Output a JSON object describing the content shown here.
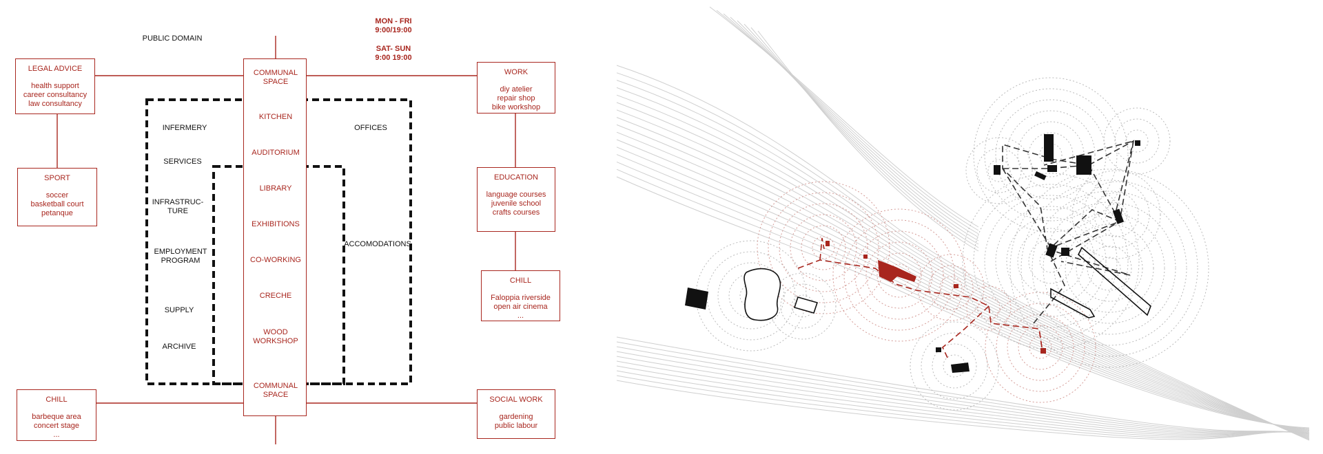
{
  "colors": {
    "accent": "#a8261e",
    "ink": "#111111",
    "grid": "#9a9a9a"
  },
  "public_domain": "PUBLIC DOMAIN",
  "hours": {
    "weekday_label": "MON - FRI",
    "weekday_time": "9:00/19:00",
    "weekend_label": "SAT- SUN",
    "weekend_time": "9:00   19:00"
  },
  "spine": {
    "top": [
      "COMMUNAL",
      "SPACE"
    ],
    "items": [
      "KITCHEN",
      "AUDITORIUM",
      "LIBRARY",
      "EXHIBITIONS",
      "CO-WORKING",
      "CRECHE",
      "WOOD",
      "WORKSHOP"
    ],
    "bottom": [
      "COMMUNAL",
      "SPACE"
    ]
  },
  "left_zone": [
    "INFERMERY",
    "SERVICES",
    "INFRASTRUC-",
    "TURE",
    "EMPLOYMENT",
    "PROGRAM",
    "SUPPLY",
    "ARCHIVE"
  ],
  "right_zone": [
    "OFFICES",
    "ACCOMODATIONS"
  ],
  "boxes": {
    "legal": {
      "title": "LEGAL ADVICE",
      "lines": [
        "health support",
        "career consultancy",
        "law consultancy"
      ]
    },
    "sport": {
      "title": "SPORT",
      "lines": [
        "soccer",
        "basketball court",
        "petanque"
      ]
    },
    "chill_left": {
      "title": "CHILL",
      "lines": [
        "barbeque area",
        "concert stage",
        "..."
      ]
    },
    "work": {
      "title": "WORK",
      "lines": [
        "diy atelier",
        "repair shop",
        "bike workshop"
      ]
    },
    "education": {
      "title": "EDUCATION",
      "lines": [
        "language courses",
        "juvenile school",
        "crafts courses"
      ]
    },
    "chill_right": {
      "title": "CHILL",
      "lines": [
        "Faloppia riverside",
        "open air cinema",
        "..."
      ]
    },
    "social": {
      "title": "SOCIAL WORK",
      "lines": [
        "gardening",
        "public labour"
      ]
    }
  }
}
